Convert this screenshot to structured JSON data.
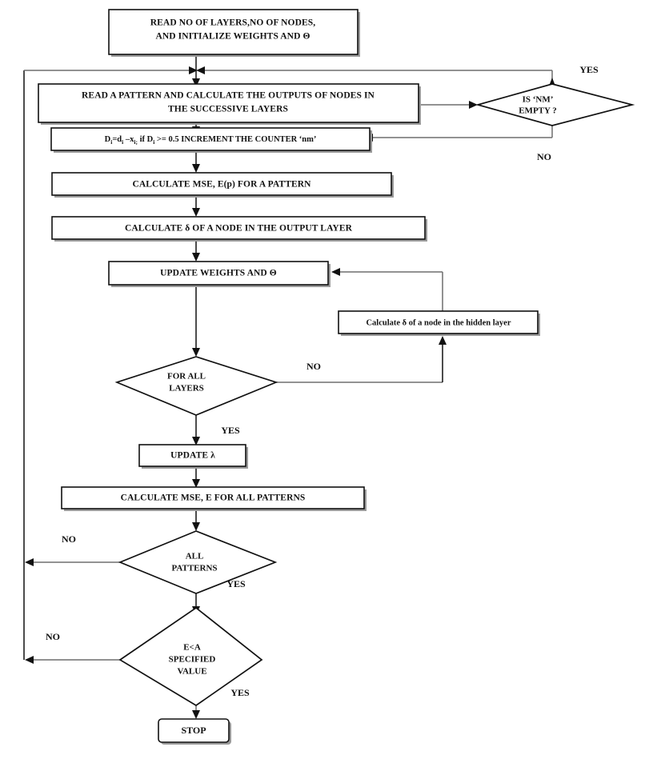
{
  "diagram": {
    "title": "Backpropagation Neural Network Training Flowchart",
    "type": "flowchart",
    "background_color": "#ffffff",
    "line_color": "#6e6e6e",
    "text_color": "#111111"
  },
  "nodes": {
    "start_read": {
      "shape": "process",
      "line1": "READ NO OF LAYERS,NO OF NODES,",
      "line2": "AND INITIALIZE WEIGHTS AND Θ"
    },
    "read_pattern": {
      "shape": "process",
      "line1": "READ A PATTERN AND CALCULATE THE OUTPUTS OF NODES IN",
      "line2": "THE SUCCESSIVE LAYERS"
    },
    "counter": {
      "shape": "process",
      "text_parts": {
        "d_main": "D",
        "d_sub": "i",
        "eq": "=d",
        "d2_sub": "i",
        "minus": " –x",
        "x_sub": "i;",
        "cond": " if D",
        "cond_sub": "i",
        "rest": " >= 0.5 INCREMENT THE COUNTER ‘nm’"
      },
      "plain": "Di=di –xi; if Di >= 0.5 INCREMENT THE COUNTER 'nm'"
    },
    "mse_pattern": {
      "shape": "process",
      "line1": "CALCULATE MSE, E(p) FOR A PATTERN"
    },
    "delta_output": {
      "shape": "process",
      "line1": "CALCULATE δ OF A NODE IN THE OUTPUT LAYER"
    },
    "update_weights": {
      "shape": "process",
      "line1": "UPDATE WEIGHTS AND Θ"
    },
    "delta_hidden": {
      "shape": "process",
      "line1": "Calculate δ of a node in the hidden layer"
    },
    "update_lambda": {
      "shape": "process",
      "line1": "UPDATE λ"
    },
    "mse_all": {
      "shape": "process",
      "line1": "CALCULATE MSE, E FOR ALL PATTERNS"
    },
    "stop": {
      "shape": "terminator",
      "line1": "STOP"
    },
    "nm_empty": {
      "shape": "decision",
      "line1": "IS ‘NM’",
      "line2": "EMPTY ?"
    },
    "for_all_layers": {
      "shape": "decision",
      "line1": "FOR ALL",
      "line2": "LAYERS"
    },
    "all_patterns": {
      "shape": "decision",
      "line1": "ALL",
      "line2": "PATTERNS"
    },
    "e_specified": {
      "shape": "decision",
      "line1": "E<A",
      "line2": "SPECIFIED",
      "line3": "VALUE"
    }
  },
  "edge_labels": {
    "nm_yes": "YES",
    "nm_no": "NO",
    "layers_no": "NO",
    "layers_yes": "YES",
    "patterns_no": "NO",
    "patterns_yes": "YES",
    "e_no": "NO",
    "e_yes": "YES"
  },
  "flow": [
    {
      "from": "start_read",
      "to": "read_pattern",
      "label": ""
    },
    {
      "from": "read_pattern",
      "to": "nm_empty",
      "label": ""
    },
    {
      "from": "nm_empty",
      "to": "read_pattern",
      "label": "YES"
    },
    {
      "from": "nm_empty",
      "to": "counter",
      "label": "NO"
    },
    {
      "from": "read_pattern",
      "to": "counter",
      "label": ""
    },
    {
      "from": "counter",
      "to": "mse_pattern",
      "label": ""
    },
    {
      "from": "mse_pattern",
      "to": "delta_output",
      "label": ""
    },
    {
      "from": "delta_output",
      "to": "update_weights",
      "label": ""
    },
    {
      "from": "update_weights",
      "to": "for_all_layers",
      "label": ""
    },
    {
      "from": "for_all_layers",
      "to": "delta_hidden",
      "label": "NO"
    },
    {
      "from": "delta_hidden",
      "to": "update_weights",
      "label": ""
    },
    {
      "from": "for_all_layers",
      "to": "update_lambda",
      "label": "YES"
    },
    {
      "from": "update_lambda",
      "to": "mse_all",
      "label": ""
    },
    {
      "from": "mse_all",
      "to": "all_patterns",
      "label": ""
    },
    {
      "from": "all_patterns",
      "to": "read_pattern",
      "label": "NO"
    },
    {
      "from": "all_patterns",
      "to": "e_specified",
      "label": "YES"
    },
    {
      "from": "e_specified",
      "to": "read_pattern",
      "label": "NO"
    },
    {
      "from": "e_specified",
      "to": "stop",
      "label": "YES"
    }
  ]
}
